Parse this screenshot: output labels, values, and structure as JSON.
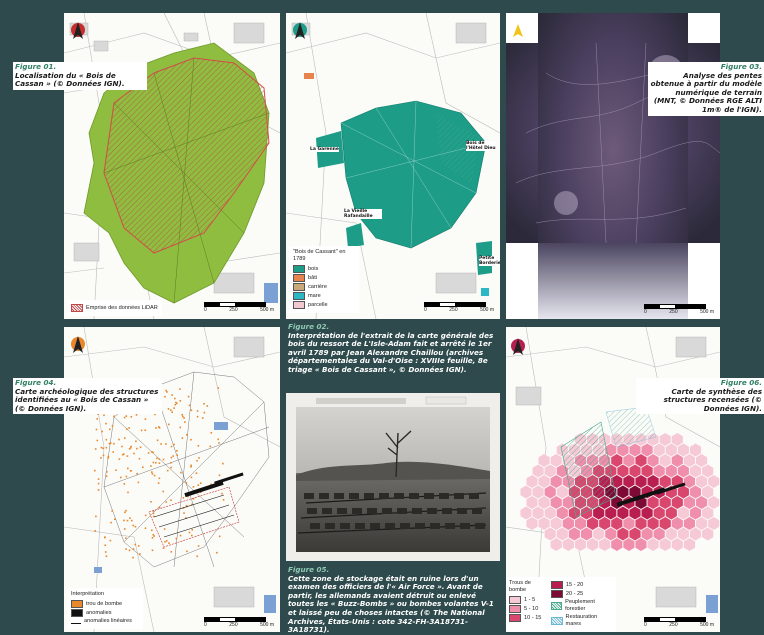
{
  "fig01": {
    "title": "Figure 01.",
    "text": "Localisation du « Bois de Cassan » (© Données IGN).",
    "legend_item": "Emprise des données LiDAR",
    "scale": [
      "0",
      "250",
      "500 m"
    ]
  },
  "fig02": {
    "title": "Figure 02.",
    "text": "Interprétation de l'extrait de la carte générale des bois du ressort de L'Isle-Adam fait et arrêté le 1er avril 1789 par Jean Alexandre Chaillou (archives départementales du Val-d'Oise : XVIIIe feuille, 8e triage « Bois de Cassant », © Données IGN).",
    "labels": {
      "la_garenne": "La Garenne",
      "bois_hotel_dieu": "Bois de l'Hôtel Dieu",
      "vieille": "La Vieille Rafandaille",
      "petite": "Petite Borderie"
    },
    "legend_title": "\"Bois de Cassant\" en 1789",
    "legend": [
      "bois",
      "bâti",
      "carrière",
      "mare",
      "parcelle"
    ],
    "legend_colors": [
      "#1d9c88",
      "#e8834e",
      "#c9a87a",
      "#2bb8c4",
      "#f3c7cf"
    ],
    "scale": [
      "0",
      "250",
      "500 m"
    ]
  },
  "fig03": {
    "north": "N",
    "title": "Figure 03.",
    "text": "Analyse des pentes obtenue à partir du modèle numérique de terrain (MNT, © Données RGE ALTI 1m® de l'IGN).",
    "scale": [
      "0",
      "250",
      "500 m"
    ]
  },
  "fig04": {
    "title": "Figure 04.",
    "text": "Carte archéologique des structures identifiées au « Bois de Cassan » (© Données IGN).",
    "legend_title": "Interprétation",
    "legend": [
      "trou de bombe",
      "anomalies",
      "anomalies linéaires"
    ],
    "scale": [
      "0",
      "250",
      "500 m"
    ]
  },
  "fig05": {
    "title": "Figure 05.",
    "text": "Cette zone de stockage était en ruine lors d'un examen des officiers de l'« Air Force ». Avant de partir, les allemands avaient détruit ou enlevé toutes les « Buzz-Bombs » ou bombes volantes V-1 et laissé peu de choses intactes (© The National Archives, États-Unis : cote 342-FH-3A18731-3A18731)."
  },
  "fig06": {
    "title": "Figure 06.",
    "text": "Carte de synthèse des structures recensées (© Données IGN).",
    "legend_title": "Trous de bombe",
    "legend_left": [
      "1 - 5",
      "5 - 10",
      "10 - 15"
    ],
    "legend_right": [
      "15 - 20",
      "20 - 25",
      "Peuplement forestier",
      "Restauration mares"
    ],
    "colors": [
      "#f6c9d6",
      "#ef8fac",
      "#d9476f",
      "#b81e50",
      "#7d0a34"
    ],
    "scale": [
      "0",
      "250",
      "500 m"
    ]
  }
}
